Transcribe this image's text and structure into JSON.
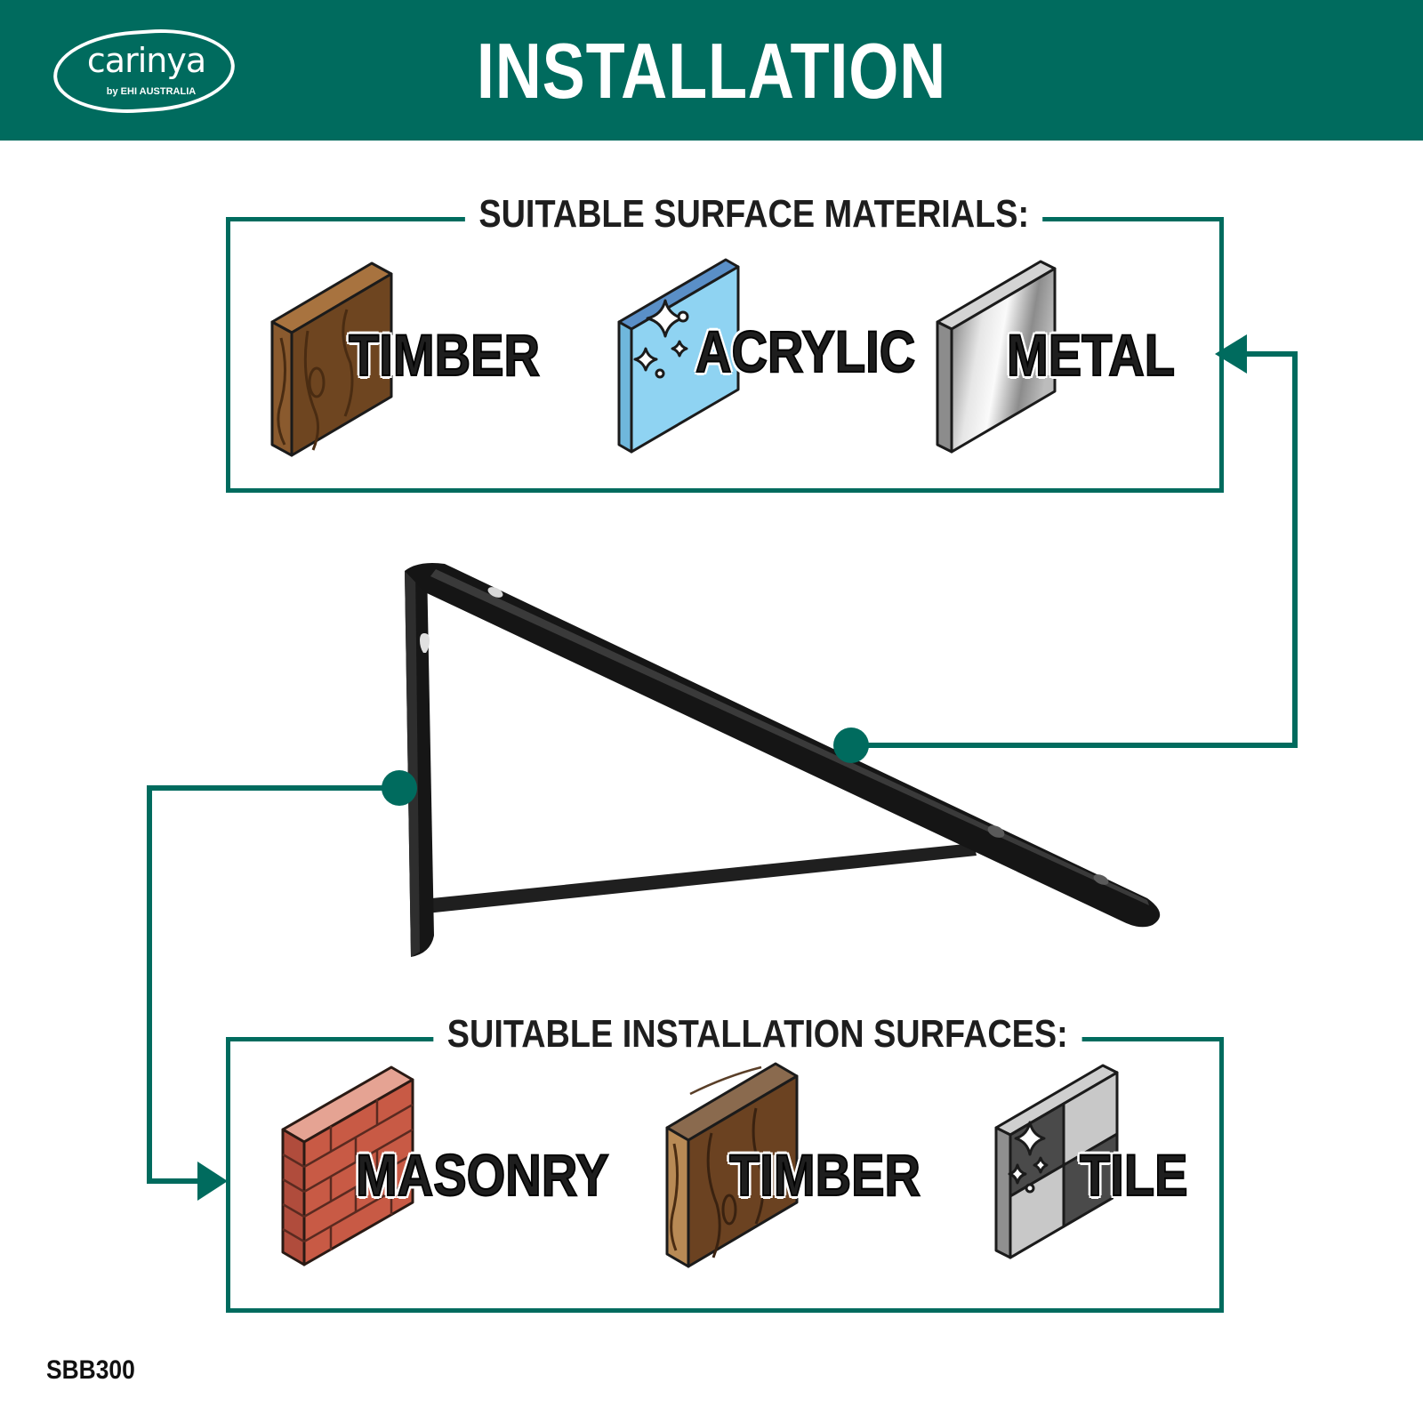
{
  "header": {
    "title": "INSTALLATION",
    "logo": {
      "word": "carinya",
      "sub": "by EHI AUSTRALIA"
    }
  },
  "materials": {
    "title": "SUITABLE SURFACE MATERIALS:",
    "items": [
      {
        "label": "TIMBER",
        "icon": "timber-block-icon"
      },
      {
        "label": "ACRYLIC",
        "icon": "acrylic-panel-icon"
      },
      {
        "label": "METAL",
        "icon": "metal-panel-icon"
      }
    ]
  },
  "surfaces": {
    "title": "SUITABLE INSTALLATION SURFACES:",
    "items": [
      {
        "label": "MASONRY",
        "icon": "brick-wall-icon"
      },
      {
        "label": "TIMBER",
        "icon": "timber-block-icon"
      },
      {
        "label": "TILE",
        "icon": "tile-panel-icon"
      }
    ]
  },
  "sku": "SBB300",
  "colors": {
    "brand_green": "#006b5e",
    "timber": "#8a5a2e",
    "acrylic": "#8fd3f2",
    "metal": "#a9a9a9",
    "brick": "#b9574a",
    "tile": "#8f8f8f",
    "bracket": "#1a1a1a"
  }
}
